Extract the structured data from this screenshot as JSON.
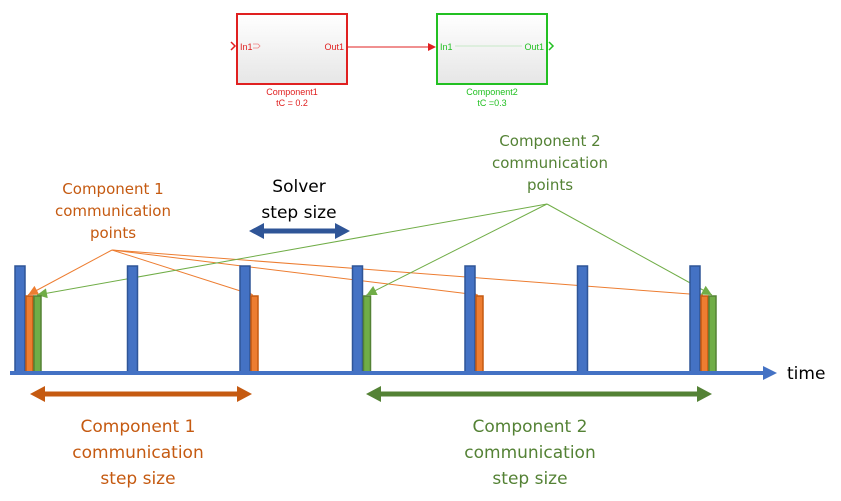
{
  "model": {
    "blocks": [
      {
        "name": "Component1",
        "param": "tC = 0.2",
        "in_port": "In1",
        "out_port": "Out1",
        "color": "#e02020"
      },
      {
        "name": "Component2",
        "param": "tC =0.3",
        "in_port": "In1",
        "out_port": "Out1",
        "color": "#22c022"
      }
    ]
  },
  "timeline": {
    "axis_label": "time",
    "axis_color": "#4472c4",
    "solver_steps": 7,
    "component1_points": [
      0,
      2,
      4,
      6
    ],
    "component2_points": [
      0,
      3,
      6
    ]
  },
  "labels": {
    "c1_points": [
      "Component 1",
      "communication",
      "points"
    ],
    "c2_points": [
      "Component 2",
      "communication",
      "points"
    ],
    "solver": [
      "Solver",
      "step size"
    ],
    "c1_step": [
      "Component 1",
      "communication",
      "step size"
    ],
    "c2_step": [
      "Component 2",
      "communication",
      "step size"
    ]
  },
  "colors": {
    "solver": "#4472c4",
    "solver_arrow": "#2f5597",
    "c1": "#ed7d31",
    "c1_text": "#c55a11",
    "c2": "#70ad47",
    "c2_text": "#548235"
  }
}
